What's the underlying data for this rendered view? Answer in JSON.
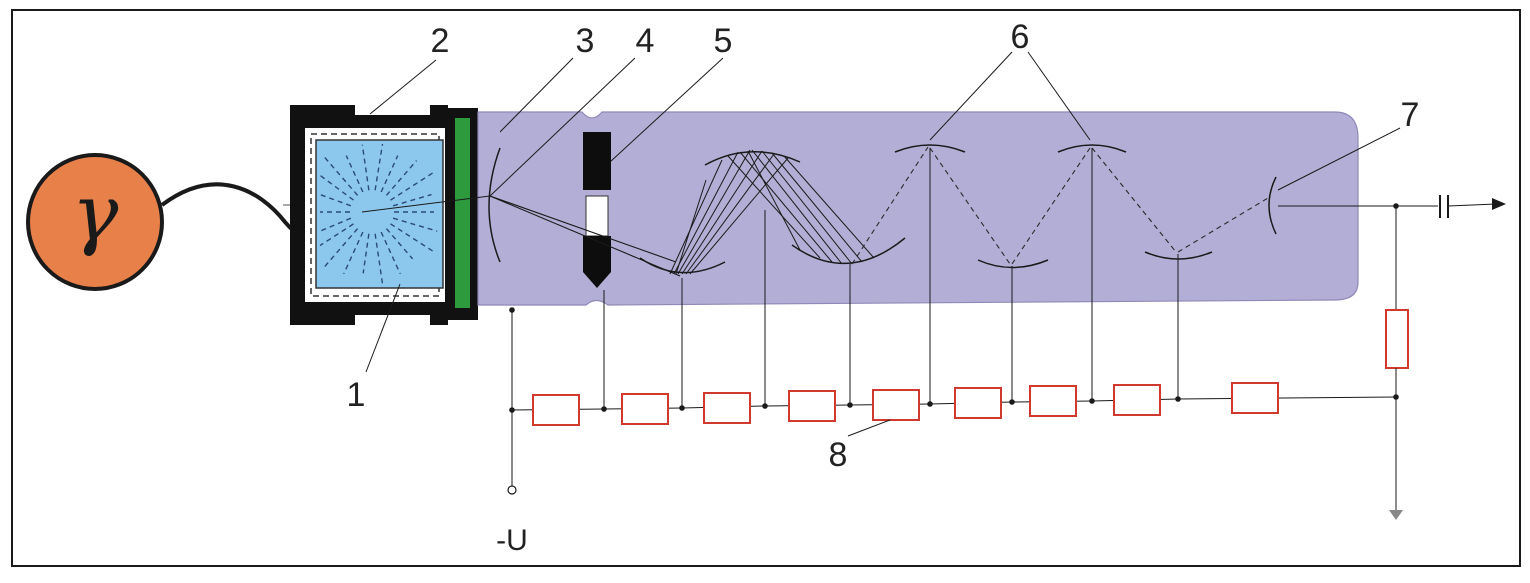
{
  "diagram": {
    "source_symbol": "γ",
    "labels": {
      "scintillator": "1",
      "housing": "2",
      "photocathode": "3",
      "focusing_electrode": "4",
      "diaphragm": "5",
      "dynodes": "6",
      "anode": "7",
      "divider_resistor": "8"
    },
    "supply_voltage": "-U"
  },
  "colors": {
    "source_fill": "#e8804a",
    "crystal_fill": "#8cc8ee",
    "window_green": "#2e9a3e",
    "tube_fill": "#b3aed6",
    "resistor_stroke": "#d0392b",
    "housing": "#111111"
  }
}
